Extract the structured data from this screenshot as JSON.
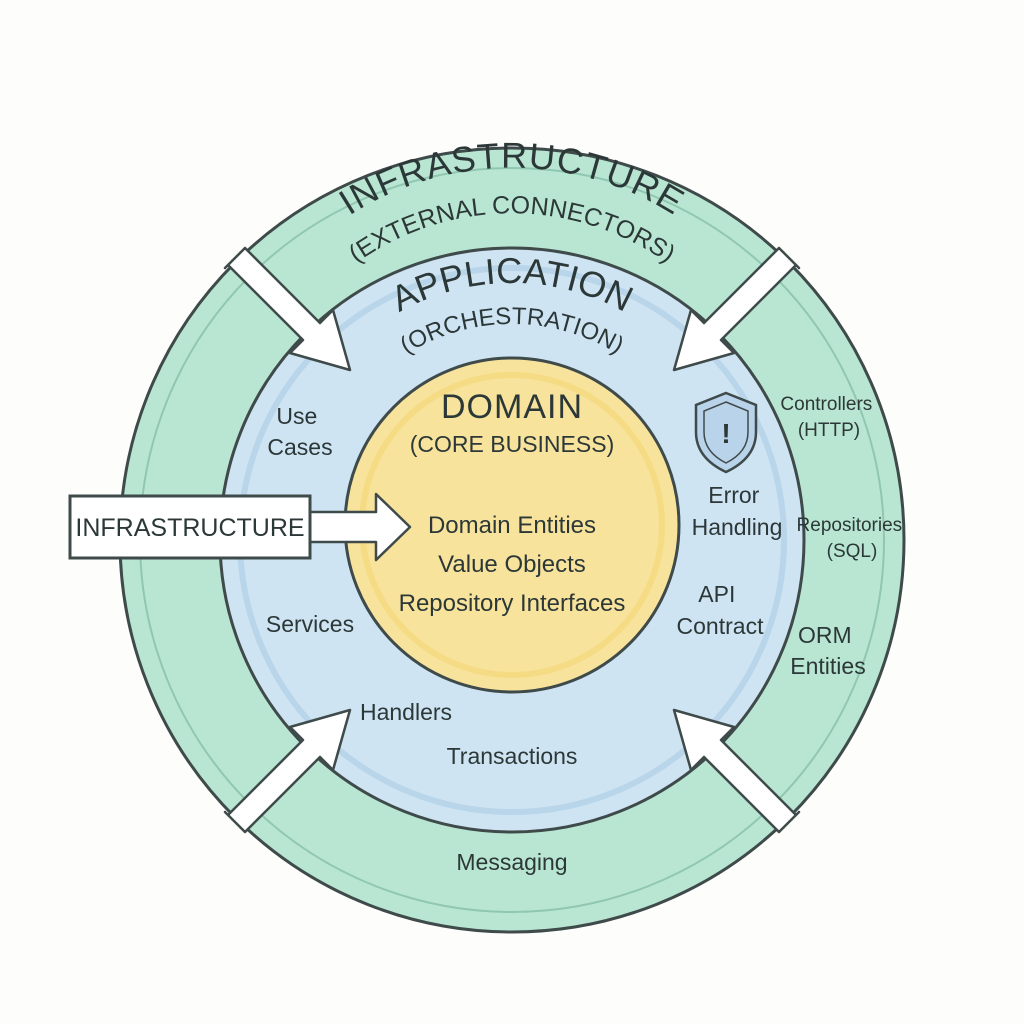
{
  "colors": {
    "infrastructure_ring": "#b9e6d3",
    "application_ring": "#cfe4f3",
    "domain_core": "#f8e39c",
    "outline": "#3f4a4a",
    "arrow_fill": "#ffffff"
  },
  "infrastructure": {
    "title": "INFRASTRUCTURE",
    "subtitle": "(EXTERNAL CONNECTORS)",
    "items": {
      "controllers_line1": "Controllers",
      "controllers_line2": "(HTTP)",
      "repositories_line1": "Repositories",
      "repositories_line2": "(SQL)",
      "orm_line1": "ORM",
      "orm_line2": "Entities",
      "messaging": "Messaging"
    }
  },
  "application": {
    "title": "APPLICATION",
    "subtitle": "(ORCHESTRATION)",
    "items": {
      "use_cases_line1": "Use",
      "use_cases_line2": "Cases",
      "services": "Services",
      "handlers": "Handlers",
      "transactions": "Transactions",
      "error_handling_line1": "Error",
      "error_handling_line2": "Handling",
      "api_contract_line1": "API",
      "api_contract_line2": "Contract"
    },
    "shield_icon": "shield-exclamation-icon",
    "shield_mark": "!"
  },
  "domain": {
    "title": "DOMAIN",
    "subtitle": "(CORE BUSINESS)",
    "items": [
      "Domain Entities",
      "Value Objects",
      "Repository Interfaces"
    ]
  },
  "callout": {
    "label": "INFRASTRUCTURE"
  }
}
